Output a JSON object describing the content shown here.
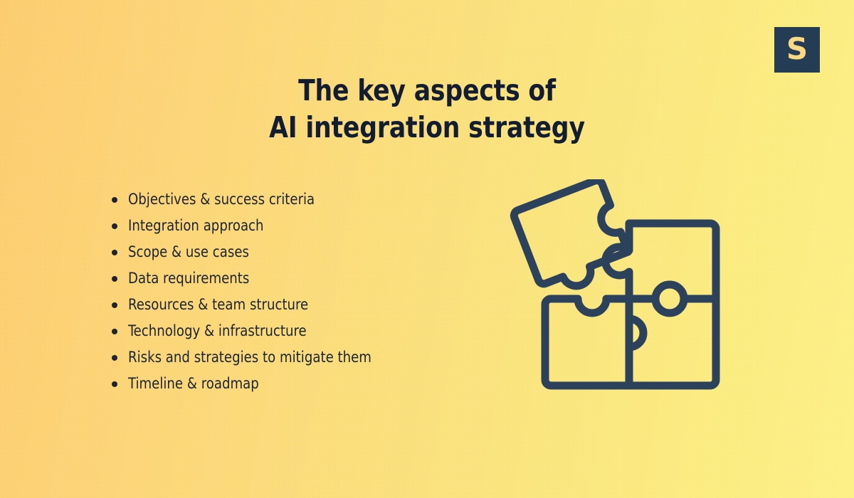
{
  "slide": {
    "title_line_1": "The key aspects of",
    "title_line_2": "AI integration strategy",
    "bullets": [
      {
        "label": "Objectives & success criteria"
      },
      {
        "label": "Integration approach"
      },
      {
        "label": "Scope & use cases"
      },
      {
        "label": "Data requirements"
      },
      {
        "label": "Resources & team structure"
      },
      {
        "label": "Technology & infrastructure"
      },
      {
        "label": "Risks and strategies to mitigate them"
      },
      {
        "label": "Timeline & roadmap"
      }
    ],
    "logo": {
      "letter": "S",
      "background_color": "#253c55",
      "letter_color": "#fbd982"
    },
    "graphic": {
      "name": "jigsaw-puzzle-illustration",
      "piece_count": 4,
      "detached_piece_count": 1,
      "stroke_color": "#2b415c"
    },
    "colors": {
      "background_left": "#fbcd70",
      "background_right": "#fcf086",
      "title_text": "#121c33",
      "body_text": "#1a2433",
      "accent_navy": "#253c55"
    }
  }
}
